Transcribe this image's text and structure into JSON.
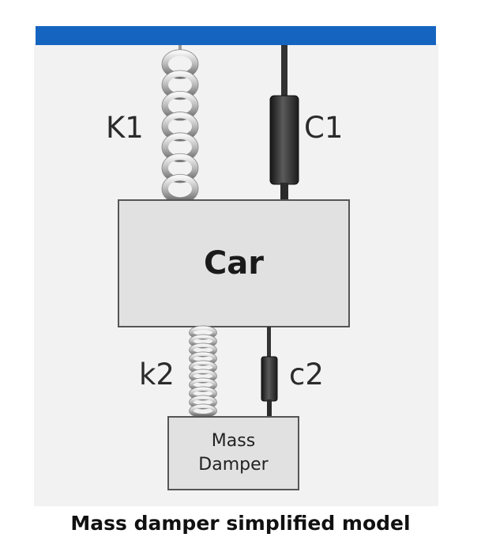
{
  "labels": {
    "spring_top": "K1",
    "damper_top": "C1",
    "car": "Car",
    "spring_bottom": "k2",
    "damper_bottom": "c2",
    "mass_damper": "Mass\nDamper"
  },
  "caption": "Mass damper simplified model",
  "colors": {
    "ceiling": "#1565c0",
    "car_fill": "#e1e1e1",
    "border": "#555555",
    "spring": "#c4c4c4",
    "damper": "#2a2a2a",
    "background_panel": "#f2f2f2"
  }
}
